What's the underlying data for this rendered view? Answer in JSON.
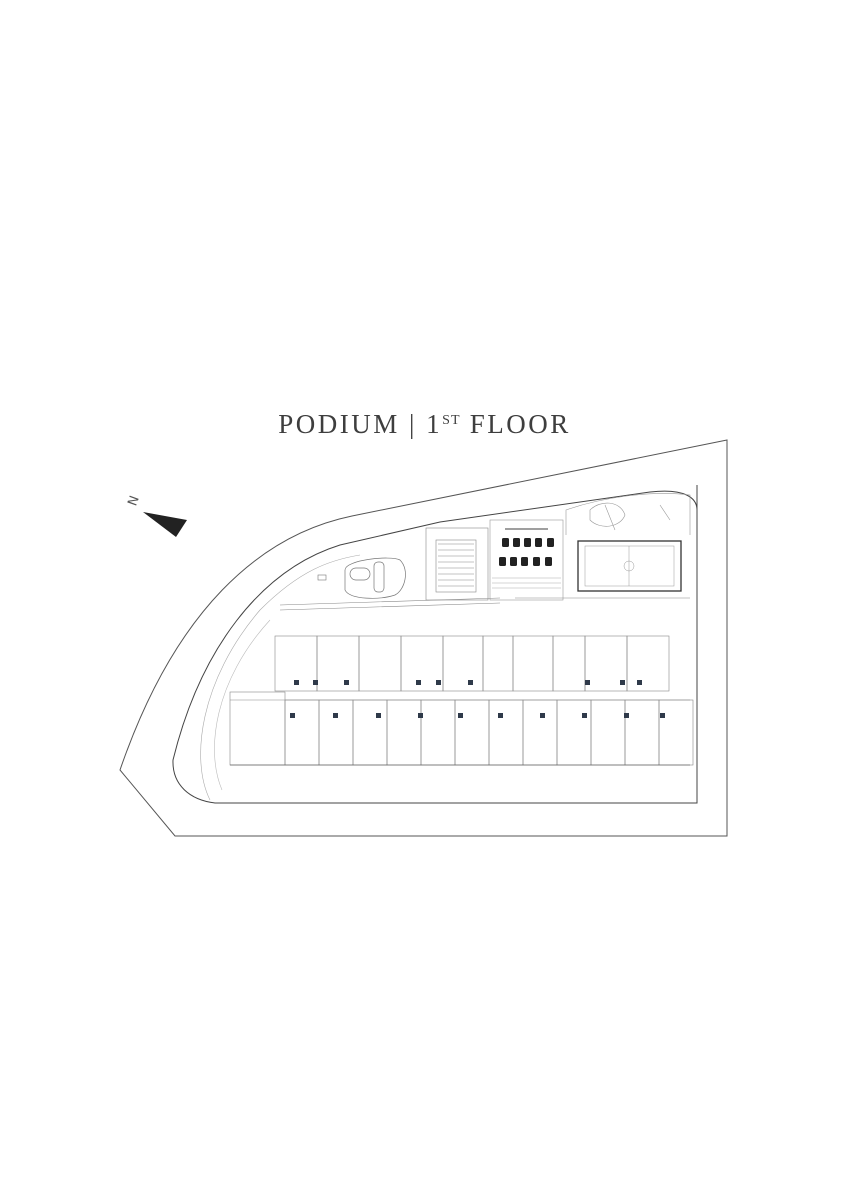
{
  "title": {
    "main": "PODIUM | 1",
    "sup": "ST",
    "rest": " FLOOR"
  },
  "north": {
    "label": "N"
  },
  "colors": {
    "line": "#555555",
    "thin": "#9a9a9a",
    "title": "#3e3e3e",
    "marker": "#2f3a4a"
  }
}
